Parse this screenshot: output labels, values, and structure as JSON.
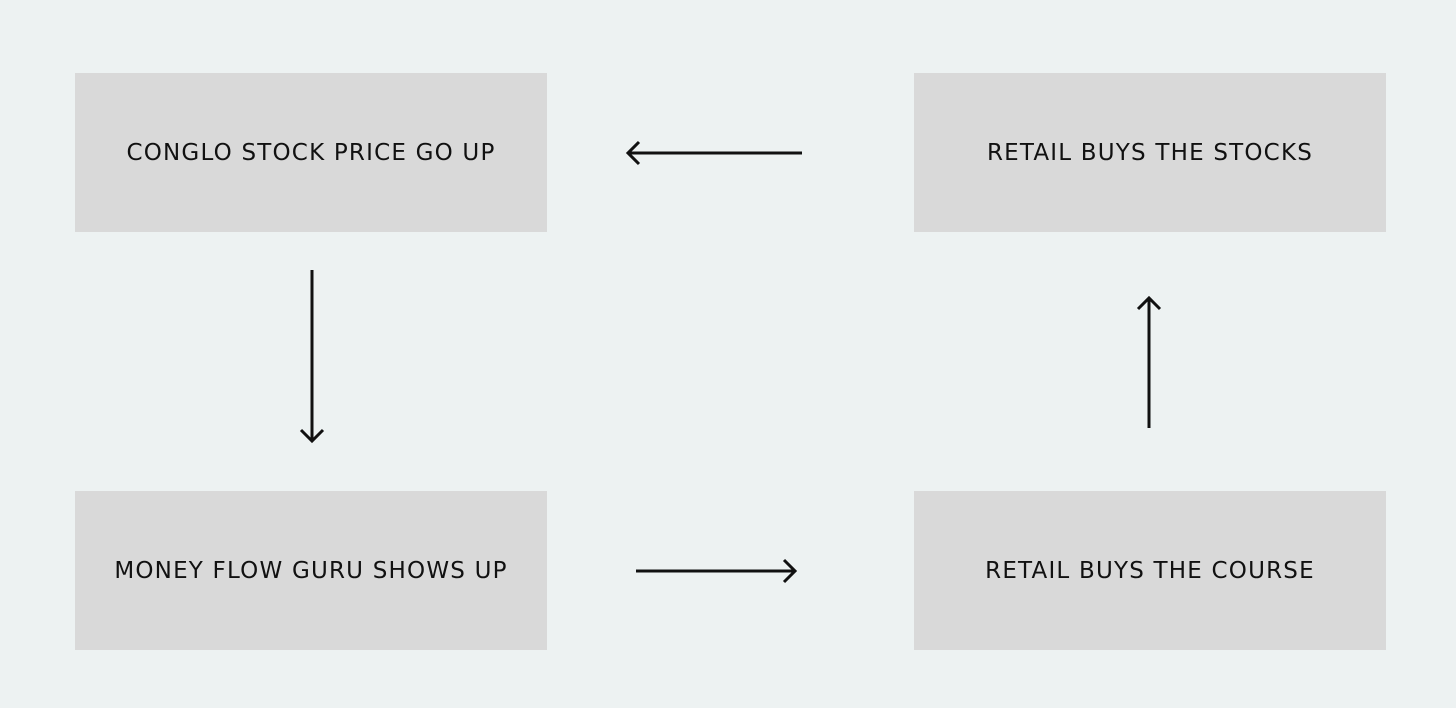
{
  "colors": {
    "background": "#edf2f2",
    "box": "#d9d9d9",
    "text": "#111111",
    "arrow": "#111111"
  },
  "nodes": [
    {
      "id": "conglo-stock-price",
      "label": "CONGLO STOCK PRICE GO UP"
    },
    {
      "id": "retail-buys-stocks",
      "label": "RETAIL BUYS THE STOCKS"
    },
    {
      "id": "money-flow-guru",
      "label": "MONEY FLOW GURU SHOWS UP"
    },
    {
      "id": "retail-buys-course",
      "label": "RETAIL BUYS THE COURSE"
    }
  ],
  "edges": [
    {
      "from": "conglo-stock-price",
      "to": "money-flow-guru"
    },
    {
      "from": "money-flow-guru",
      "to": "retail-buys-course"
    },
    {
      "from": "retail-buys-course",
      "to": "retail-buys-stocks"
    },
    {
      "from": "retail-buys-stocks",
      "to": "conglo-stock-price"
    }
  ]
}
